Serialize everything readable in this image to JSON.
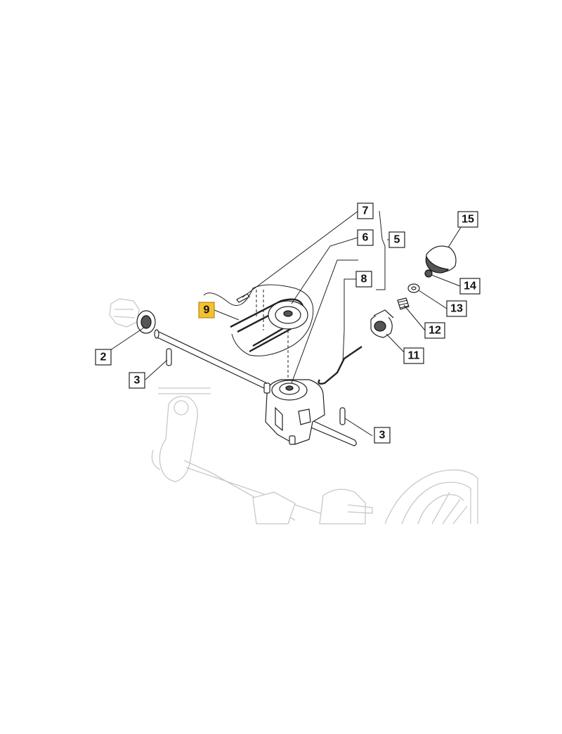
{
  "diagram": {
    "callouts": [
      {
        "id": "2",
        "label": "2"
      },
      {
        "id": "3a",
        "label": "3"
      },
      {
        "id": "3b",
        "label": "3"
      },
      {
        "id": "5",
        "label": "5"
      },
      {
        "id": "6",
        "label": "6"
      },
      {
        "id": "7",
        "label": "7"
      },
      {
        "id": "8",
        "label": "8"
      },
      {
        "id": "9",
        "label": "9",
        "highlighted": true
      },
      {
        "id": "11",
        "label": "11"
      },
      {
        "id": "12",
        "label": "12"
      },
      {
        "id": "13",
        "label": "13"
      },
      {
        "id": "14",
        "label": "14"
      },
      {
        "id": "15",
        "label": "15"
      }
    ],
    "highlight_color": "#f2c230"
  }
}
